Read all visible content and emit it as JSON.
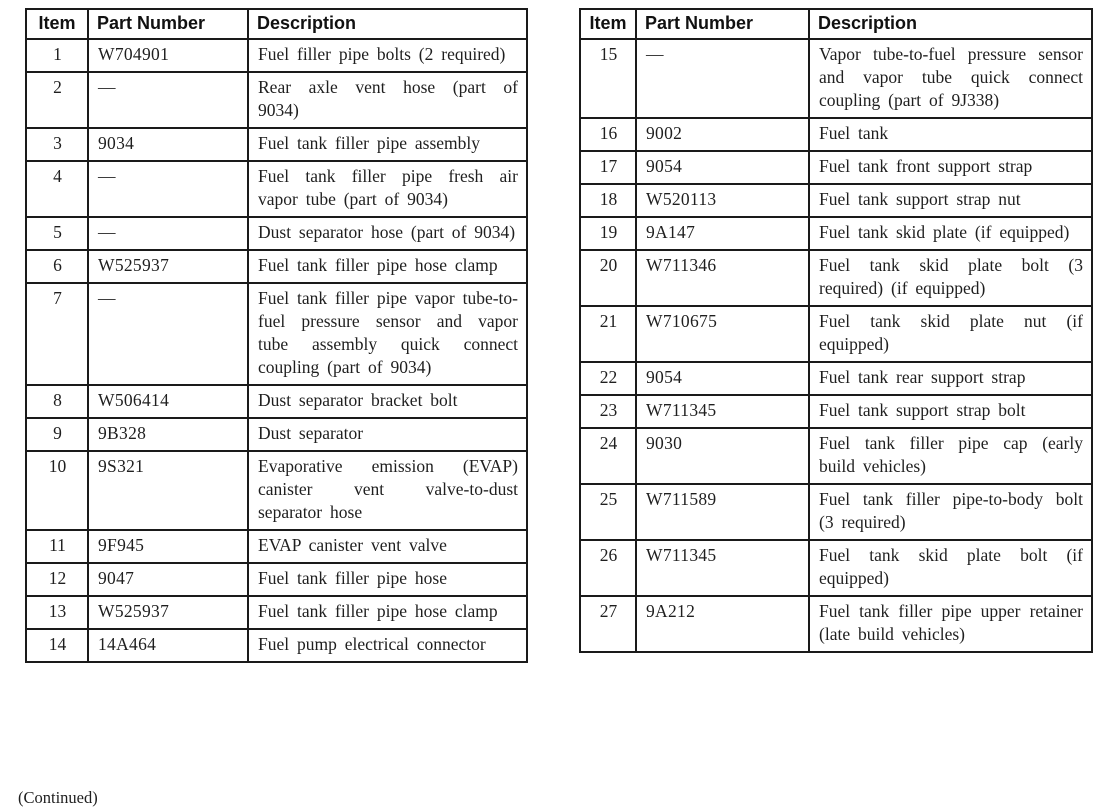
{
  "page": {
    "continued_note": "(Continued)"
  },
  "tables": [
    {
      "name": "parts-table-items-1-14",
      "headers": [
        "Item",
        "Part Number",
        "Description"
      ],
      "rows": [
        {
          "item": "1",
          "part_number": "W704901",
          "description": "Fuel filler pipe bolts (2 required)"
        },
        {
          "item": "2",
          "part_number": "—",
          "description": "Rear axle vent hose (part of 9034)"
        },
        {
          "item": "3",
          "part_number": "9034",
          "description": "Fuel tank filler pipe assembly"
        },
        {
          "item": "4",
          "part_number": "—",
          "description": "Fuel tank filler pipe fresh air vapor tube (part of 9034)"
        },
        {
          "item": "5",
          "part_number": "—",
          "description": "Dust separator hose (part of 9034)"
        },
        {
          "item": "6",
          "part_number": "W525937",
          "description": "Fuel tank filler pipe hose clamp"
        },
        {
          "item": "7",
          "part_number": "—",
          "description": "Fuel tank filler pipe vapor tube-to-fuel pressure sensor and vapor tube assembly quick connect coupling (part of 9034)"
        },
        {
          "item": "8",
          "part_number": "W506414",
          "description": "Dust separator bracket bolt"
        },
        {
          "item": "9",
          "part_number": "9B328",
          "description": "Dust separator"
        },
        {
          "item": "10",
          "part_number": "9S321",
          "description": "Evaporative emission (EVAP) canister vent valve-to-dust separator hose"
        },
        {
          "item": "11",
          "part_number": "9F945",
          "description": "EVAP canister vent valve"
        },
        {
          "item": "12",
          "part_number": "9047",
          "description": "Fuel tank filler pipe hose"
        },
        {
          "item": "13",
          "part_number": "W525937",
          "description": "Fuel tank filler pipe hose clamp"
        },
        {
          "item": "14",
          "part_number": "14A464",
          "description": "Fuel pump electrical connector"
        }
      ]
    },
    {
      "name": "parts-table-items-15-27",
      "headers": [
        "Item",
        "Part Number",
        "Description"
      ],
      "rows": [
        {
          "item": "15",
          "part_number": "—",
          "description": "Vapor tube-to-fuel pressure sensor and vapor tube quick connect coupling (part of 9J338)"
        },
        {
          "item": "16",
          "part_number": "9002",
          "description": "Fuel tank"
        },
        {
          "item": "17",
          "part_number": "9054",
          "description": "Fuel tank front support strap"
        },
        {
          "item": "18",
          "part_number": "W520113",
          "description": "Fuel tank support strap nut"
        },
        {
          "item": "19",
          "part_number": "9A147",
          "description": "Fuel tank skid plate (if equipped)"
        },
        {
          "item": "20",
          "part_number": "W711346",
          "description": "Fuel tank skid plate bolt (3 required) (if equipped)"
        },
        {
          "item": "21",
          "part_number": "W710675",
          "description": "Fuel tank skid plate nut (if equipped)"
        },
        {
          "item": "22",
          "part_number": "9054",
          "description": "Fuel tank rear support strap"
        },
        {
          "item": "23",
          "part_number": "W711345",
          "description": "Fuel tank support strap bolt"
        },
        {
          "item": "24",
          "part_number": "9030",
          "description": "Fuel tank filler pipe cap (early build vehicles)"
        },
        {
          "item": "25",
          "part_number": "W711589",
          "description": "Fuel tank filler pipe-to-body bolt (3 required)"
        },
        {
          "item": "26",
          "part_number": "W711345",
          "description": "Fuel tank skid plate bolt (if equipped)"
        },
        {
          "item": "27",
          "part_number": "9A212",
          "description": "Fuel tank filler pipe upper retainer (late build vehicles)"
        }
      ]
    }
  ]
}
